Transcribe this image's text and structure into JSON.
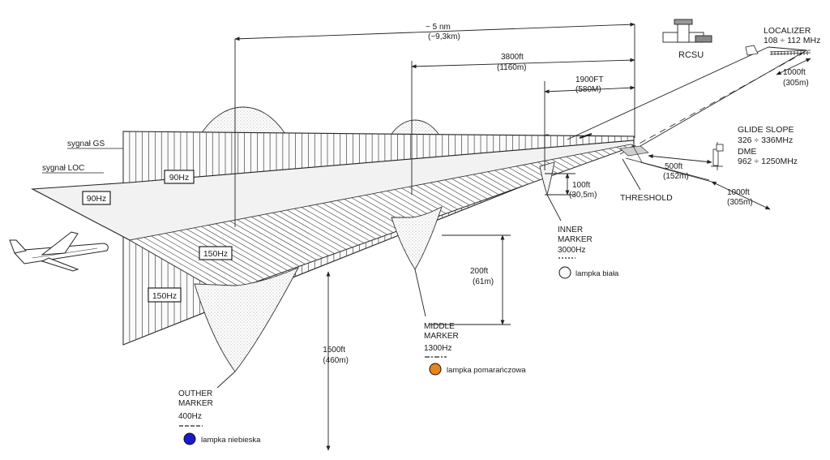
{
  "distances": {
    "d5nm": "~ 5 nm",
    "d5nm_km": "(~9,3km)",
    "d3800": "3800ft",
    "d3800_m": "(1160m)",
    "d1900": "1900FT",
    "d1900_m": "(580M)",
    "d1000_loc": "1000ft",
    "d1000_loc_m": "(305m)",
    "d500": "500ft",
    "d500_m": "(152m)",
    "d1000_gs": "1000ft",
    "d1000_gs_m": "(305m)",
    "h100": "100ft",
    "h100_m": "(30,5m)",
    "h200": "200ft",
    "h200_m": "(61m)",
    "h1500": "1500ft",
    "h1500_m": "(460m)"
  },
  "facilities": {
    "rcsu": "RCSU",
    "localizer_title": "LOCALIZER",
    "localizer_freq": "108 ÷ 112 MHz",
    "glide_title": "GLIDE SLOPE",
    "glide_freq": "326 ÷ 336MHz",
    "dme_title": "DME",
    "dme_freq": "962 ÷ 1250MHz",
    "threshold": "THRESHOLD"
  },
  "signals": {
    "gs": "sygnał GS",
    "loc": "sygnał LOC",
    "hz90_gs": "90Hz",
    "hz90_loc": "90Hz",
    "hz150_loc": "150Hz",
    "hz150_gs": "150Hz"
  },
  "markers": {
    "outer": {
      "line1": "OUTHER",
      "line2": "MARKER",
      "freq": "400Hz",
      "lamp": "lampka niebieska",
      "color": "#1a1acc"
    },
    "middle": {
      "line1": "MIDDLE",
      "line2": "MARKER",
      "freq": "1300Hz",
      "lamp": "lampka pomarańczowa",
      "color": "#e8841c"
    },
    "inner": {
      "line1": "INNER",
      "line2": "MARKER",
      "freq": "3000Hz",
      "lamp": "lampka biała",
      "color": "#ffffff"
    }
  }
}
